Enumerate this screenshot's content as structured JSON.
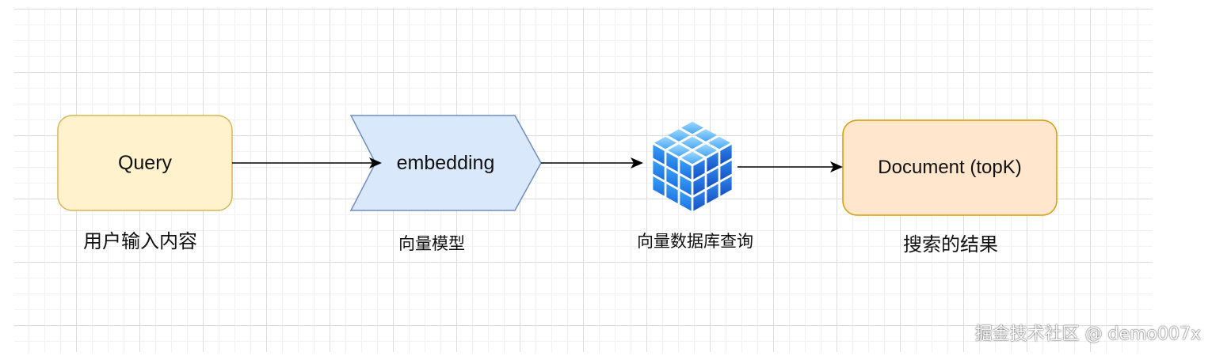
{
  "nodes": {
    "query": {
      "label": "Query",
      "caption": "用户输入内容",
      "fill": "#fff2cc",
      "stroke": "#d6b656"
    },
    "embedding": {
      "label": "embedding",
      "caption": "向量模型",
      "fill": "#dae8fc",
      "stroke": "#6c8ebf"
    },
    "vector_db": {
      "caption": "向量数据库查询",
      "icon": "cube-grid-icon",
      "color": "#1e90ff"
    },
    "document": {
      "label": "Document (topK)",
      "caption": "搜索的结果",
      "fill": "#ffe6cc",
      "stroke": "#d79b00"
    }
  },
  "edges": [
    {
      "from": "query",
      "to": "embedding"
    },
    {
      "from": "embedding",
      "to": "vector_db"
    },
    {
      "from": "vector_db",
      "to": "document"
    }
  ],
  "watermark": "掘金技术社区 @ demo007x"
}
